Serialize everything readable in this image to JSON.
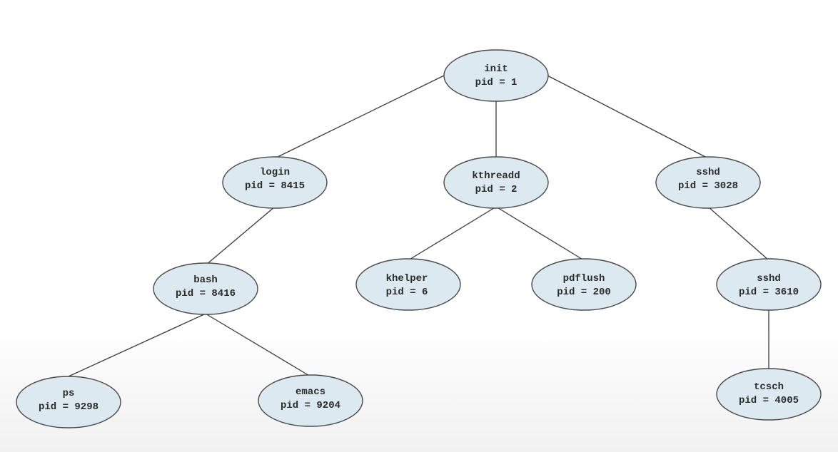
{
  "diagram": {
    "type": "process-tree",
    "colors": {
      "node_fill": "#dce9f0",
      "node_stroke": "#4a4a4a",
      "edge": "#3a3a3a",
      "text": "#2b2b2b"
    },
    "nodes": {
      "init": {
        "name": "init",
        "pid": "pid = 1"
      },
      "login": {
        "name": "login",
        "pid": "pid = 8415"
      },
      "kthreadd": {
        "name": "kthreadd",
        "pid": "pid = 2"
      },
      "sshd_3028": {
        "name": "sshd",
        "pid": "pid = 3028"
      },
      "bash": {
        "name": "bash",
        "pid": "pid = 8416"
      },
      "khelper": {
        "name": "khelper",
        "pid": "pid = 6"
      },
      "pdflush": {
        "name": "pdflush",
        "pid": "pid = 200"
      },
      "sshd_3610": {
        "name": "sshd",
        "pid": "pid = 3610"
      },
      "ps": {
        "name": "ps",
        "pid": "pid = 9298"
      },
      "emacs": {
        "name": "emacs",
        "pid": "pid = 9204"
      },
      "tcsch": {
        "name": "tcsch",
        "pid": "pid = 4005"
      }
    },
    "edges": [
      [
        "init",
        "login"
      ],
      [
        "init",
        "kthreadd"
      ],
      [
        "init",
        "sshd_3028"
      ],
      [
        "login",
        "bash"
      ],
      [
        "kthreadd",
        "khelper"
      ],
      [
        "kthreadd",
        "pdflush"
      ],
      [
        "sshd_3028",
        "sshd_3610"
      ],
      [
        "bash",
        "ps"
      ],
      [
        "bash",
        "emacs"
      ],
      [
        "sshd_3610",
        "tcsch"
      ]
    ]
  }
}
